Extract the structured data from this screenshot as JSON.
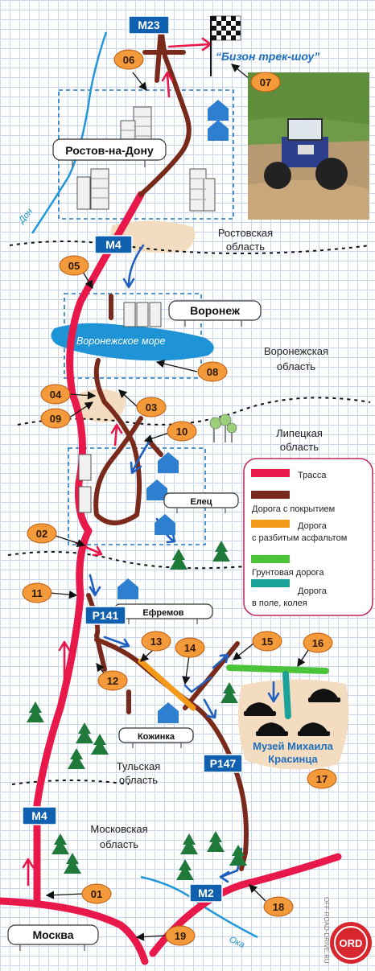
{
  "highway_signs": {
    "m23": "M23",
    "m4_top": "M4",
    "p141": "P141",
    "p147": "P147",
    "m4_bottom": "M4",
    "m2": "M2"
  },
  "markers": {
    "n01": "01",
    "n02": "02",
    "n03": "03",
    "n04": "04",
    "n05": "05",
    "n06": "06",
    "n07": "07",
    "n08": "08",
    "n09": "09",
    "n10": "10",
    "n11": "11",
    "n12": "12",
    "n13": "13",
    "n14": "14",
    "n15": "15",
    "n16": "16",
    "n17": "17",
    "n18": "18",
    "n19": "19"
  },
  "cities": {
    "rostov": "Ростов-на-Дону",
    "voronezh": "Воронеж",
    "elets": "Елец",
    "efremov": "Ефремов",
    "kozhinka": "Кожинка",
    "moskva": "Москва"
  },
  "regions": {
    "rostov_1": "Ростовская",
    "rostov_2": "область",
    "voronezh_1": "Воронежская",
    "voronezh_2": "область",
    "lipetsk_1": "Липецкая",
    "lipetsk_2": "область",
    "tula_1": "Тульская",
    "tula_2": "область",
    "moscow_1": "Московская",
    "moscow_2": "область"
  },
  "water": {
    "don": "Дон",
    "sea": "Воронежское море",
    "oka": "Ока"
  },
  "event": {
    "name": "“Бизон трек-шоу”"
  },
  "museum": {
    "line1": "Музей Михаила",
    "line2": "Красинца"
  },
  "legend": {
    "highway": "Трасса",
    "paved_road": "Дорога с покрытием",
    "broken_1": "Дорога",
    "broken_2": "с разбитым асфальтом",
    "dirt": "Грунтовая дорога",
    "rut_1": "Дорога",
    "rut_2": "в поле, колея"
  },
  "watermark": {
    "site": "OFF-ROAD-DRIVE.RU",
    "logo": "ORD"
  },
  "colors": {
    "highway": "#e8194a",
    "paved_road": "#7a2a1a",
    "broken_road": "#f39a1a",
    "dirt_road": "#4cc43a",
    "field_road": "#1aa39a",
    "sign_blue": "#1060b0",
    "marker_orange": "#f59a3a",
    "water_blue": "#2196d8",
    "sand": "#f3dcc0"
  }
}
